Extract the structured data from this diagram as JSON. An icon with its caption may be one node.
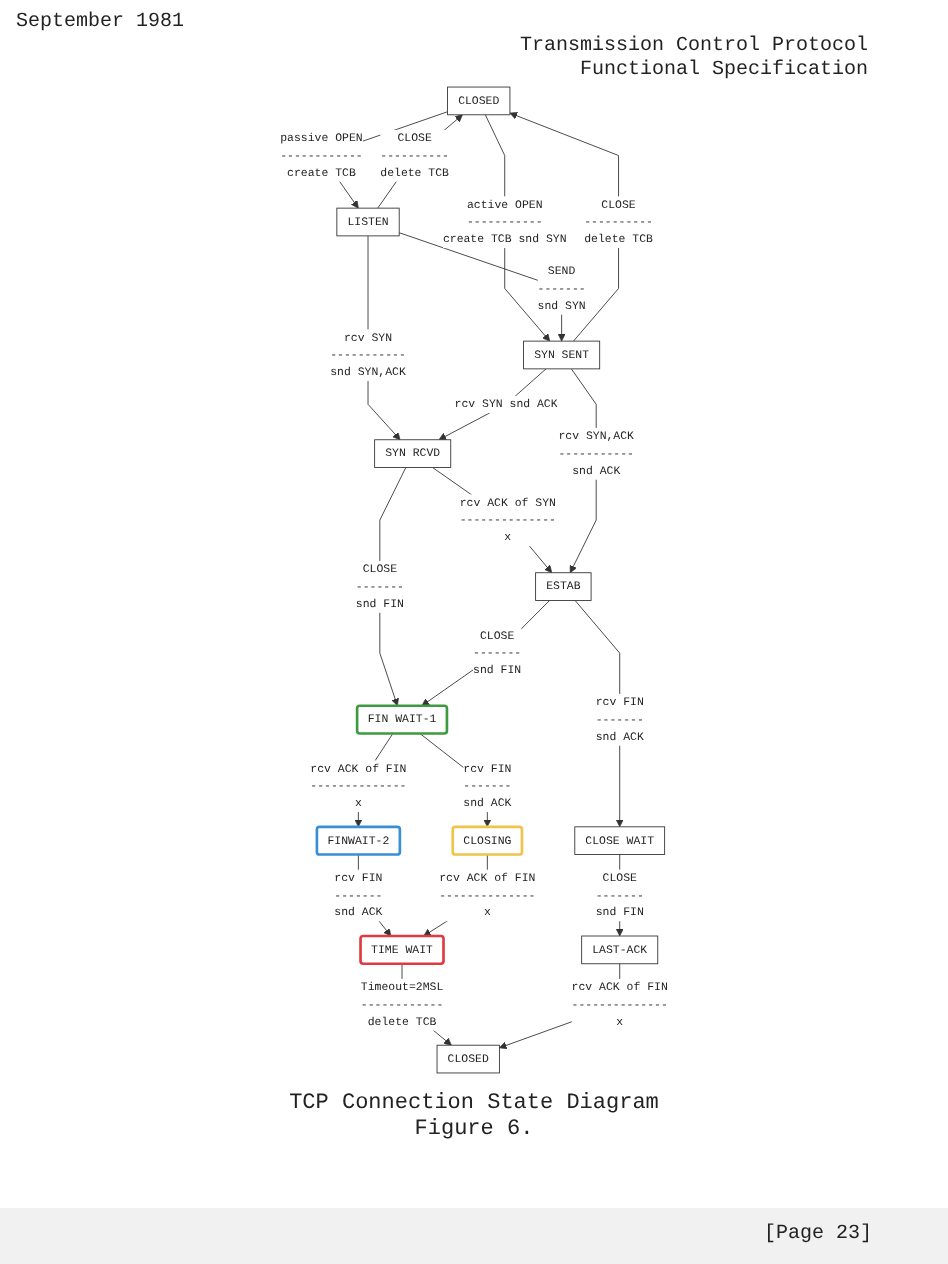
{
  "diagram": {
    "title": "TCP Connection State Diagram",
    "caption": "Figure 6.",
    "nodes": [
      {
        "text": [
          "CLOSED"
        ]
      },
      {
        "text": [
          "LISTEN"
        ]
      },
      {
        "text": [
          "SYN RCVD"
        ]
      },
      {
        "text": [
          "SYN SENT"
        ]
      },
      {
        "text": [
          "ESTAB"
        ]
      },
      {
        "text": [
          "FIN WAIT-1"
        ]
      },
      {
        "text": [
          "CLOSE WAIT"
        ]
      },
      {
        "text": [
          "FINWAIT-2"
        ]
      },
      {
        "text": [
          "CLOSING"
        ]
      },
      {
        "text": [
          "LAST-ACK"
        ]
      },
      {
        "text": [
          "TIME WAIT"
        ]
      },
      {
        "text": [
          "CLOSED"
        ]
      }
    ],
    "edges": [
      {
        "from": 0,
        "to": 1,
        "arrow": "to",
        "label": "passive OPEN ------------ create TCB"
      },
      {
        "from": 1,
        "to": 0,
        "arrow": "to",
        "label": "CLOSE ---------- delete TCB"
      },
      {
        "from": 0,
        "to": 3,
        "arrow": "to",
        "label": "active OPEN ----------- create TCB snd SYN"
      },
      {
        "from": 3,
        "to": 0,
        "arrow": "to",
        "label": "CLOSE ---------- delete TCB"
      },
      {
        "from": 1,
        "to": 2,
        "arrow": "to",
        "label": "rcv SYN ----------- snd SYN,ACK"
      },
      {
        "from": 1,
        "to": 3,
        "arrow": "to",
        "label": "SEND ------- snd SYN"
      },
      {
        "from": 3,
        "to": 2,
        "arrow": "to",
        "label": "rcv SYN snd ACK"
      },
      {
        "from": 2,
        "to": 4,
        "arrow": "to",
        "label": "rcv ACK of SYN -------------- x"
      },
      {
        "from": 3,
        "to": 4,
        "arrow": "to",
        "label": "rcv SYN,ACK ----------- snd ACK"
      },
      {
        "from": 2,
        "to": 5,
        "arrow": "to",
        "label": "CLOSE ------- snd FIN"
      },
      {
        "from": 4,
        "to": 5,
        "arrow": "to",
        "label": "CLOSE ------- snd FIN"
      },
      {
        "from": 4,
        "to": 6,
        "arrow": "to",
        "label": "rcv FIN ------- snd ACK"
      },
      {
        "from": 5,
        "to": 8,
        "arrow": "to",
        "label": "rcv FIN ------- snd ACK"
      },
      {
        "from": 5,
        "to": 7,
        "arrow": "to",
        "label": "rcv ACK of FIN -------------- x"
      },
      {
        "from": 6,
        "to": 9,
        "arrow": "to",
        "label": "CLOSE ------- snd FIN"
      },
      {
        "from": 7,
        "to": 10,
        "arrow": "to",
        "label": "rcv FIN ------- snd ACK"
      },
      {
        "from": 8,
        "to": 10,
        "arrow": "to",
        "label": "rcv ACK of FIN -------------- x"
      },
      {
        "from": 10,
        "to": 11,
        "arrow": "to",
        "label": "Timeout=2MSL ------------ delete TCB"
      },
      {
        "from": 9,
        "to": 11,
        "arrow": "to",
        "label": "rcv ACK of FIN -------------- x"
      }
    ],
    "labels": [
      "September 1981",
      "Transmission Control Protocol Functional Specification",
      "[Page 23]"
    ]
  }
}
